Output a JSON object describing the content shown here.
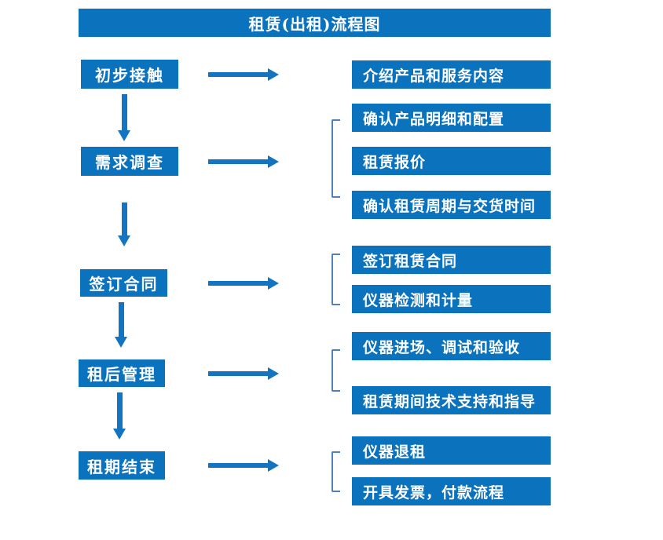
{
  "title": "租赁(出租)流程图",
  "colors": {
    "accent": "#0b72be",
    "arrow": "#1374c2",
    "bracket": "#4f81bd"
  },
  "icons": {
    "right_arrow": "arrow-right-icon",
    "down_arrow": "arrow-down-icon"
  },
  "steps": [
    {
      "label": "初步接触",
      "outputs": [
        "介绍产品和服务内容"
      ]
    },
    {
      "label": "需求调查",
      "outputs": [
        "确认产品明细和配置",
        "租赁报价",
        "确认租赁周期与交货时间"
      ]
    },
    {
      "label": "签订合同",
      "outputs": [
        "签订租赁合同",
        "仪器检测和计量"
      ]
    },
    {
      "label": "租后管理",
      "outputs": [
        "仪器进场、调试和验收",
        "租赁期间技术支持和指导"
      ]
    },
    {
      "label": "租期结束",
      "outputs": [
        "仪器退租",
        "开具发票，付款流程"
      ]
    }
  ]
}
